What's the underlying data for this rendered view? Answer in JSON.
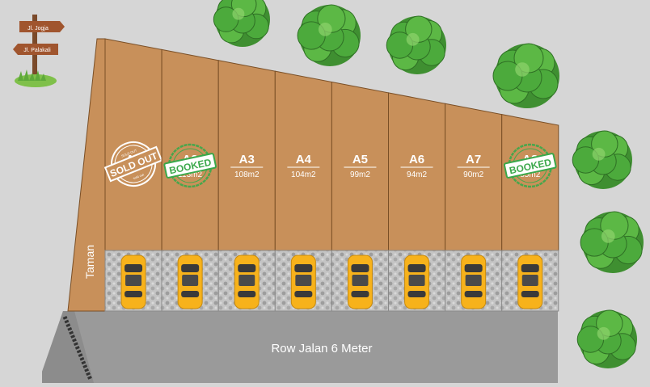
{
  "signpost": {
    "sign_top": "Jl. Jogja",
    "sign_bottom": "Jl. Palakali"
  },
  "park_label": "Taman",
  "road_label": "Row Jalan 6 Meter",
  "stamps": {
    "sold_out": {
      "text": "SOLD OUT",
      "small_top": "SOLD OUT",
      "small_bottom": "sold out"
    },
    "booked": {
      "text": "BOOKED"
    }
  },
  "lots": [
    {
      "id": "A1",
      "area": "",
      "status": "sold_out"
    },
    {
      "id": "A2",
      "area": "113m2",
      "status": "booked"
    },
    {
      "id": "A3",
      "area": "108m2",
      "status": "available"
    },
    {
      "id": "A4",
      "area": "104m2",
      "status": "available"
    },
    {
      "id": "A5",
      "area": "99m2",
      "status": "available"
    },
    {
      "id": "A6",
      "area": "94m2",
      "status": "available"
    },
    {
      "id": "A7",
      "area": "90m2",
      "status": "available"
    },
    {
      "id": "A8",
      "area": "85m2",
      "status": "booked"
    }
  ],
  "colors": {
    "background": "#d6d6d6",
    "lot_fill": "#c8905a",
    "lot_border": "#7a4f26",
    "road": "#9a9a9a",
    "paving": "#b8b8b8",
    "car": "#f7b21b",
    "stamp_sold": "#ffffff",
    "stamp_booked": "#3aa84a",
    "tree": "#4caa3c"
  }
}
